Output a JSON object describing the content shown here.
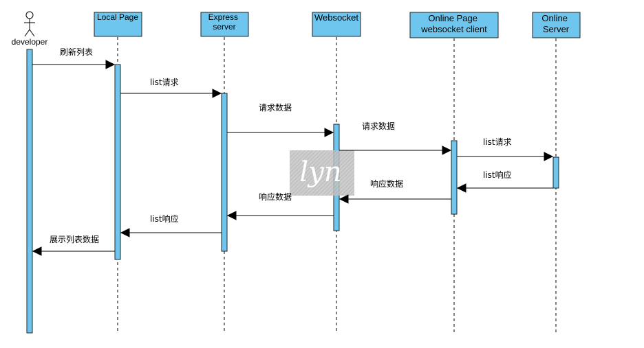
{
  "colors": {
    "box_fill": "#6ec6ee",
    "box_stroke": "#222222",
    "line": "#000000",
    "watermark_bg": "#b9b9b9"
  },
  "participants": [
    {
      "id": "developer",
      "label": "developer",
      "kind": "actor"
    },
    {
      "id": "local-page",
      "label": "Local Page"
    },
    {
      "id": "express",
      "label": "Express\nserver"
    },
    {
      "id": "websocket",
      "label": "Websocket"
    },
    {
      "id": "online-page",
      "label": "Online Page\nwebsocket client"
    },
    {
      "id": "online-server",
      "label": "Online\nServer"
    }
  ],
  "messages": [
    {
      "from": "developer",
      "to": "local-page",
      "label": "刷新列表"
    },
    {
      "from": "local-page",
      "to": "express",
      "label": "list请求"
    },
    {
      "from": "express",
      "to": "websocket",
      "label": "请求数据"
    },
    {
      "from": "websocket",
      "to": "online-page",
      "label": "请求数据"
    },
    {
      "from": "online-page",
      "to": "online-server",
      "label": "list请求"
    },
    {
      "from": "online-server",
      "to": "online-page",
      "label": "list响应"
    },
    {
      "from": "online-page",
      "to": "websocket",
      "label": "响应数据"
    },
    {
      "from": "websocket",
      "to": "express",
      "label": "响应数据"
    },
    {
      "from": "express",
      "to": "local-page",
      "label": "list响应"
    },
    {
      "from": "local-page",
      "to": "developer",
      "label": "展示列表数据"
    }
  ],
  "watermark": "lyn"
}
